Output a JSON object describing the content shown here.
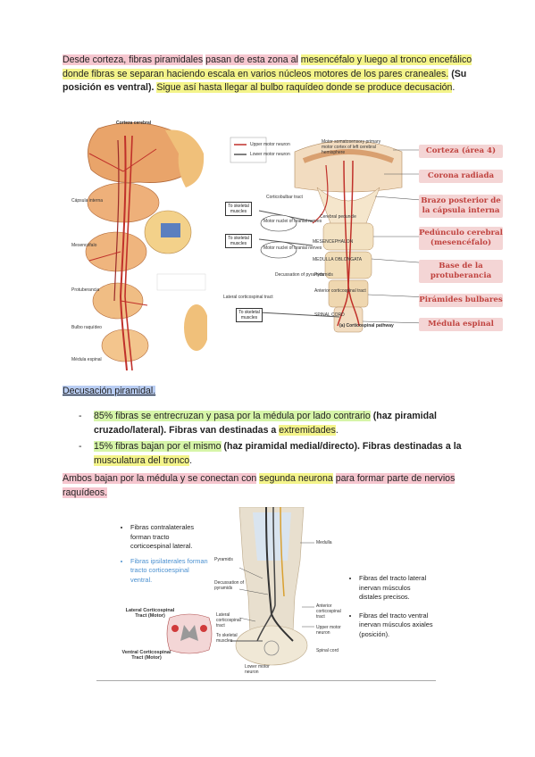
{
  "intro": {
    "t1": "Desde corteza, fibras piramidales",
    "t2": "pasan de esta zona al",
    "t3": "mesencéfalo y luego al tronco encefálico donde fibras se separan haciendo escala en varios núcleos motores de los pares craneales.",
    "t4": "(Su posición es ventral).",
    "t5": "Sigue así hasta llegar al bulbo raquídeo donde se produce decusación",
    "t6": "."
  },
  "figure1": {
    "left_title": "Corteza cerebral",
    "left_labels": [
      "Cápsula interna",
      "Mesencéfalo",
      "Protuberancia",
      "Bulbo raquídeo",
      "Médula espinal"
    ],
    "legend": {
      "upper": "Upper motor neuron",
      "lower": "Lower motor neuron"
    },
    "diagram_labels": {
      "motor_somatosensory": "Motor somatosensory primary motor cortex of left cerebral hemisphere",
      "corticobulbar": "Corticobulbar tract",
      "to_skeletal_1": "To skeletal muscles",
      "motor_nuclei_cn1": "Motor nuclei of cranial nerves",
      "motor_nuclei_cn2": "Motor nuclei of cranial nerves",
      "to_skeletal_2": "To skeletal muscles",
      "cerebral_peduncle": "Cerebral peduncle",
      "mesencephalon": "MESENCEPHALON",
      "medulla": "MEDULLA OBLONGATA",
      "decussation": "Decussation of pyramids",
      "pyramids": "Pyramids",
      "lateral_cst": "Lateral corticospinal tract",
      "anterior_cst": "Anterior corticospinal tract",
      "to_skeletal_3": "To skeletal muscles",
      "spinal_cord": "SPINAL CORD",
      "caption": "(a) Corticospinal pathway"
    },
    "tags": [
      "Corteza (área 4)",
      "Corona radiada",
      "Brazo posterior de la cápsula interna",
      "Pedúnculo cerebral (mesencéfalo)",
      "Base de la protuberancia",
      "Pirámides bulbares",
      "Médula espinal"
    ]
  },
  "decusacion": {
    "heading": "Decusación piramidal.",
    "bullets": [
      {
        "a": "85% fibras se entrecruzan y pasa por la médula por lado contrario",
        "b": "(haz piramidal cruzado/lateral). Fibras van destinadas a",
        "c": "extremidades",
        "d": "."
      },
      {
        "a": "15% fibras bajan por el mismo",
        "b": "(haz piramidal medial/directo). Fibras destinadas a la",
        "c": "musculatura del tronco",
        "d": "."
      }
    ]
  },
  "ambos": {
    "t1": "Ambos bajan por la médula y se conectan con",
    "t2": "segunda neurona",
    "t3": "para formar parte de nervios raquídeos."
  },
  "figure2": {
    "left_items": [
      "Fibras contralaterales forman tracto corticoespinal lateral.",
      "Fibras ipsilaterales forman tracto corticoespinal ventral."
    ],
    "lateral_tract": "Lateral Corticospinal Tract (Motor)",
    "ventral_tract": "Ventral Corticospinal Tract (Motor)",
    "center_labels": {
      "medulla": "Medulla",
      "pyramids": "Pyramids",
      "decussation": "Decussation of pyramids",
      "lateral_cst": "Lateral corticospinal tract",
      "to_skeletal": "To skeletal muscles",
      "anterior_cst": "Anterior corticospinal tract",
      "upper_motor": "Upper motor neuron",
      "spinal_cord": "Spinal cord",
      "lower_motor": "Lower motor neuron"
    },
    "right_items": [
      "Fibras del tracto lateral inervan músculos distales precisos.",
      "Fibras del tracto ventral inervan músculos axiales (posición)."
    ]
  }
}
